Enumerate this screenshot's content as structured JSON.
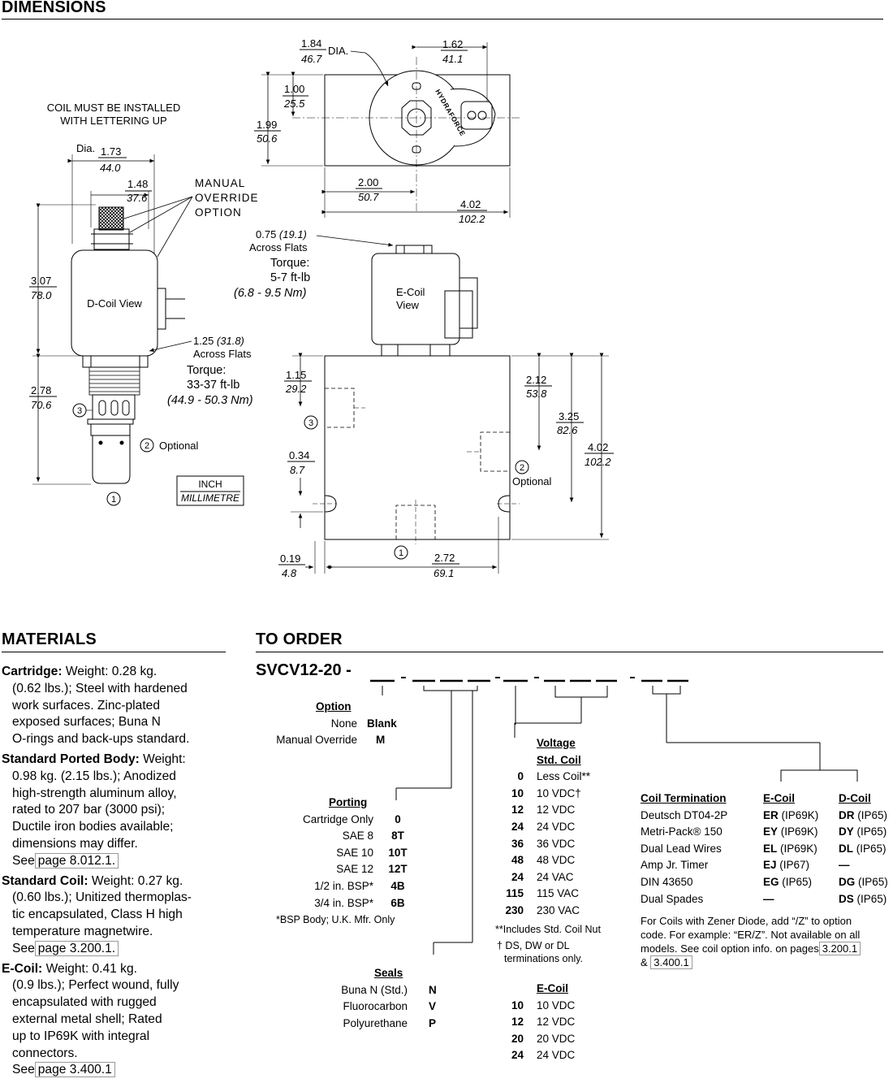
{
  "sections": {
    "dimensions": "DIMENSIONS",
    "materials": "MATERIALS",
    "to_order": "TO ORDER"
  },
  "drawing": {
    "coil_note_1": "COIL MUST BE INSTALLED",
    "coil_note_2": "WITH LETTERING UP",
    "dia_label": "Dia.",
    "d173_in": "1.73",
    "d173_mm": "44.0",
    "d148_in": "1.48",
    "d148_mm": "37.6",
    "manual_1": "MANUAL",
    "manual_2": "OVERRIDE",
    "manual_3": "OPTION",
    "d307_in": "3.07",
    "d307_mm": "78.0",
    "d278_in": "2.78",
    "d278_mm": "70.6",
    "dcoil_view": "D-Coil View",
    "flats125_a": "1.25 ",
    "flats125_b": "(31.8)",
    "flats125_c": "Across Flats",
    "torque_label": "Torque:",
    "torque_ftlb_1": "33-37 ft-lb",
    "torque_nm_1": "(44.9 - 50.3 Nm)",
    "optional": "Optional",
    "inch": "INCH",
    "millimetre": "MILLIMETRE",
    "port1": "1",
    "port2": "2",
    "port3": "3",
    "d184_in": "1.84",
    "d184_mm": "46.7",
    "dia": "DIA.",
    "d162_in": "1.62",
    "d162_mm": "41.1",
    "d100_in": "1.00",
    "d100_mm": "25.5",
    "d199_in": "1.99",
    "d199_mm": "50.6",
    "d200_in": "2.00",
    "d200_mm": "50.7",
    "d402_in": "4.02",
    "d402_mm": "102.2",
    "brand": "HYDRAFORCE",
    "flats075_a": "0.75 ",
    "flats075_b": "(19.1)",
    "flats075_c": "Across Flats",
    "torque_ftlb_2": "5-7 ft-lb",
    "torque_nm_2": "(6.8 - 9.5 Nm)",
    "ecoil_view_1": "E-Coil",
    "ecoil_view_2": "View",
    "d115_in": "1.15",
    "d115_mm": "29.2",
    "d212_in": "2.12",
    "d212_mm": "53.8",
    "d325_in": "3.25",
    "d325_mm": "82.6",
    "d034_in": "0.34",
    "d034_mm": "8.7",
    "d019_in": "0.19",
    "d019_mm": "4.8",
    "d272_in": "2.72",
    "d272_mm": "69.1"
  },
  "materials": {
    "cartridge_title": "Cartridge:",
    "cartridge_text_1": " Weight: 0.28 kg.",
    "cartridge_text_2": "(0.62 lbs.); Steel with hardened",
    "cartridge_text_3": "work surfaces. Zinc-plated",
    "cartridge_text_4": "exposed surfaces; Buna N",
    "cartridge_text_5": "O-rings and back-ups standard.",
    "body_title": "Standard Ported Body:",
    "body_text_1": " Weight:",
    "body_text_2": "0.98 kg. (2.15 lbs.); Anodized",
    "body_text_3": "high-strength aluminum alloy,",
    "body_text_4": "rated to 207 bar (3000 psi);",
    "body_text_5": "Ductile iron bodies available;",
    "body_text_6": "dimensions may differ.",
    "see": "See",
    "body_ref": "page 8.012.1.",
    "coil_title": "Standard Coil:",
    "coil_text_1": " Weight: 0.27 kg.",
    "coil_text_2": "(0.60 lbs.); Unitized thermoplas-",
    "coil_text_3": "tic encapsulated, Class H high",
    "coil_text_4": "temperature magnetwire.",
    "coil_ref": "page 3.200.1.",
    "ecoil_title": "E-Coil:",
    "ecoil_text_1": " Weight: 0.41 kg.",
    "ecoil_text_2": "(0.9 lbs.); Perfect wound, fully",
    "ecoil_text_3": "encapsulated with rugged",
    "ecoil_text_4": "external metal shell; Rated",
    "ecoil_text_5": "up to IP69K with integral",
    "ecoil_text_6": "connectors.",
    "ecoil_ref": "page 3.400.1"
  },
  "order": {
    "model": "SVCV12-20 -",
    "option_h": "Option",
    "option_rows": [
      {
        "label": "None",
        "code": "Blank"
      },
      {
        "label": "Manual Override",
        "code": "M"
      }
    ],
    "porting_h": "Porting",
    "porting_rows": [
      {
        "label": "Cartridge Only",
        "code": "0"
      },
      {
        "label": "SAE 8",
        "code": "8T"
      },
      {
        "label": "SAE 10",
        "code": "10T"
      },
      {
        "label": "SAE 12",
        "code": "12T"
      },
      {
        "label": "1/2 in. BSP*",
        "code": "4B"
      },
      {
        "label": "3/4 in. BSP*",
        "code": "6B"
      }
    ],
    "bsp_note": "*BSP Body; U.K. Mfr. Only",
    "seals_h": "Seals",
    "seals_rows": [
      {
        "label": "Buna N (Std.)",
        "code": "N"
      },
      {
        "label": "Fluorocarbon",
        "code": "V"
      },
      {
        "label": "Polyurethane",
        "code": "P"
      }
    ],
    "voltage_h1": "Voltage",
    "voltage_h2": "Std. Coil",
    "voltage_rows": [
      {
        "code": "0",
        "label": "Less Coil**"
      },
      {
        "code": "10",
        "label": "10 VDC†"
      },
      {
        "code": "12",
        "label": "12 VDC"
      },
      {
        "code": "24",
        "label": "24 VDC"
      },
      {
        "code": "36",
        "label": "36 VDC"
      },
      {
        "code": "48",
        "label": "48 VDC"
      },
      {
        "code": "24",
        "label": "24 VAC"
      },
      {
        "code": "115",
        "label": "115 VAC"
      },
      {
        "code": "230",
        "label": "230 VAC"
      }
    ],
    "nut_note": "**Includes Std. Coil Nut",
    "dagger_note_1": "† DS, DW or DL",
    "dagger_note_2": "terminations only.",
    "ecoil_h": "E-Coil",
    "ecoil_rows": [
      {
        "code": "10",
        "label": "10 VDC"
      },
      {
        "code": "12",
        "label": "12 VDC"
      },
      {
        "code": "20",
        "label": "20 VDC"
      },
      {
        "code": "24",
        "label": "24 VDC"
      }
    ],
    "term_h": "Coil Termination",
    "term_e_h": "E-Coil",
    "term_d_h": "D-Coil",
    "term_rows": [
      {
        "label": "Deutsch DT04-2P",
        "e": "ER",
        "e_ip": " (IP69K)",
        "d": "DR",
        "d_ip": " (IP65)"
      },
      {
        "label": "Metri-Pack® 150",
        "e": "EY",
        "e_ip": " (IP69K)",
        "d": "DY",
        "d_ip": " (IP65)"
      },
      {
        "label": "Dual Lead Wires",
        "e": "EL",
        "e_ip": " (IP69K)",
        "d": "DL",
        "d_ip": " (IP65)"
      },
      {
        "label": "Amp Jr. Timer",
        "e": "EJ",
        "e_ip": " (IP67)",
        "d": "—",
        "d_ip": ""
      },
      {
        "label": "DIN 43650",
        "e": "EG",
        "e_ip": " (IP65)",
        "d": "DG",
        "d_ip": " (IP65)"
      },
      {
        "label": "Dual Spades",
        "e": "—",
        "e_ip": "",
        "d": "DS",
        "d_ip": " (IP65)"
      }
    ],
    "zener_1": "For Coils with Zener Diode, add “/Z” to option",
    "zener_2": "code. For example: “ER/Z”. Not available on all",
    "zener_3": "models. See coil option info. on pages",
    "zener_ref1": "3.200.1",
    "zener_amp": "&",
    "zener_ref2": "3.400.1"
  }
}
